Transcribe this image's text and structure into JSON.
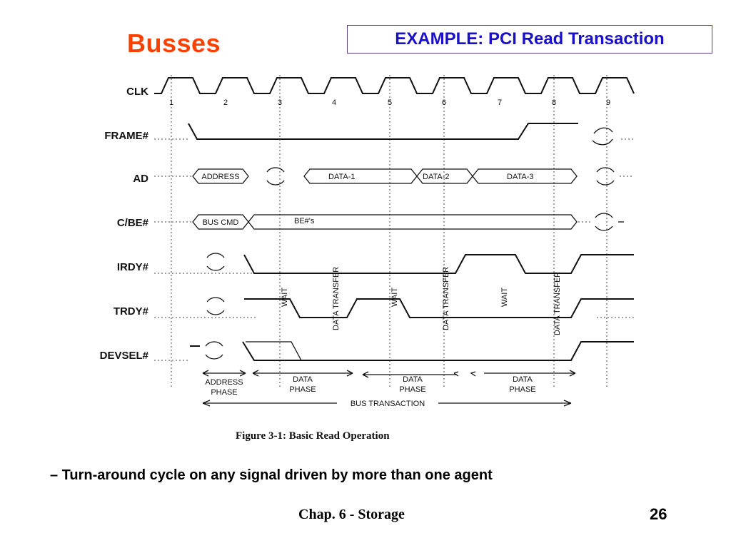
{
  "slide": {
    "title": "Busses",
    "example_label": "EXAMPLE: PCI Read Transaction",
    "bullet": "– Turn-around cycle on any signal driven by more than one agent",
    "footer_left": "Chap. 6 - Storage",
    "page_number": "26"
  },
  "diagram": {
    "signals": [
      "CLK",
      "FRAME#",
      "AD",
      "C/BE#",
      "IRDY#",
      "TRDY#",
      "DEVSEL#"
    ],
    "clock_numbers": [
      "1",
      "2",
      "3",
      "4",
      "5",
      "6",
      "7",
      "8",
      "9"
    ],
    "ad_values": [
      "ADDRESS",
      "DATA-1",
      "DATA-2",
      "DATA-3"
    ],
    "cbe_values": [
      "BUS CMD",
      "BE#'s"
    ],
    "vertical_labels": [
      "WAIT",
      "DATA TRANSFER",
      "WAIT",
      "DATA TRANSFER",
      "WAIT",
      "DATA TRANSFER"
    ],
    "phases": [
      {
        "line1": "ADDRESS",
        "line2": "PHASE"
      },
      {
        "line1": "DATA",
        "line2": "PHASE"
      },
      {
        "line1": "DATA",
        "line2": "PHASE"
      },
      {
        "line1": "DATA",
        "line2": "PHASE"
      }
    ],
    "bus_transaction": "BUS TRANSACTION",
    "caption": "Figure 3-1:  Basic Read Operation"
  }
}
